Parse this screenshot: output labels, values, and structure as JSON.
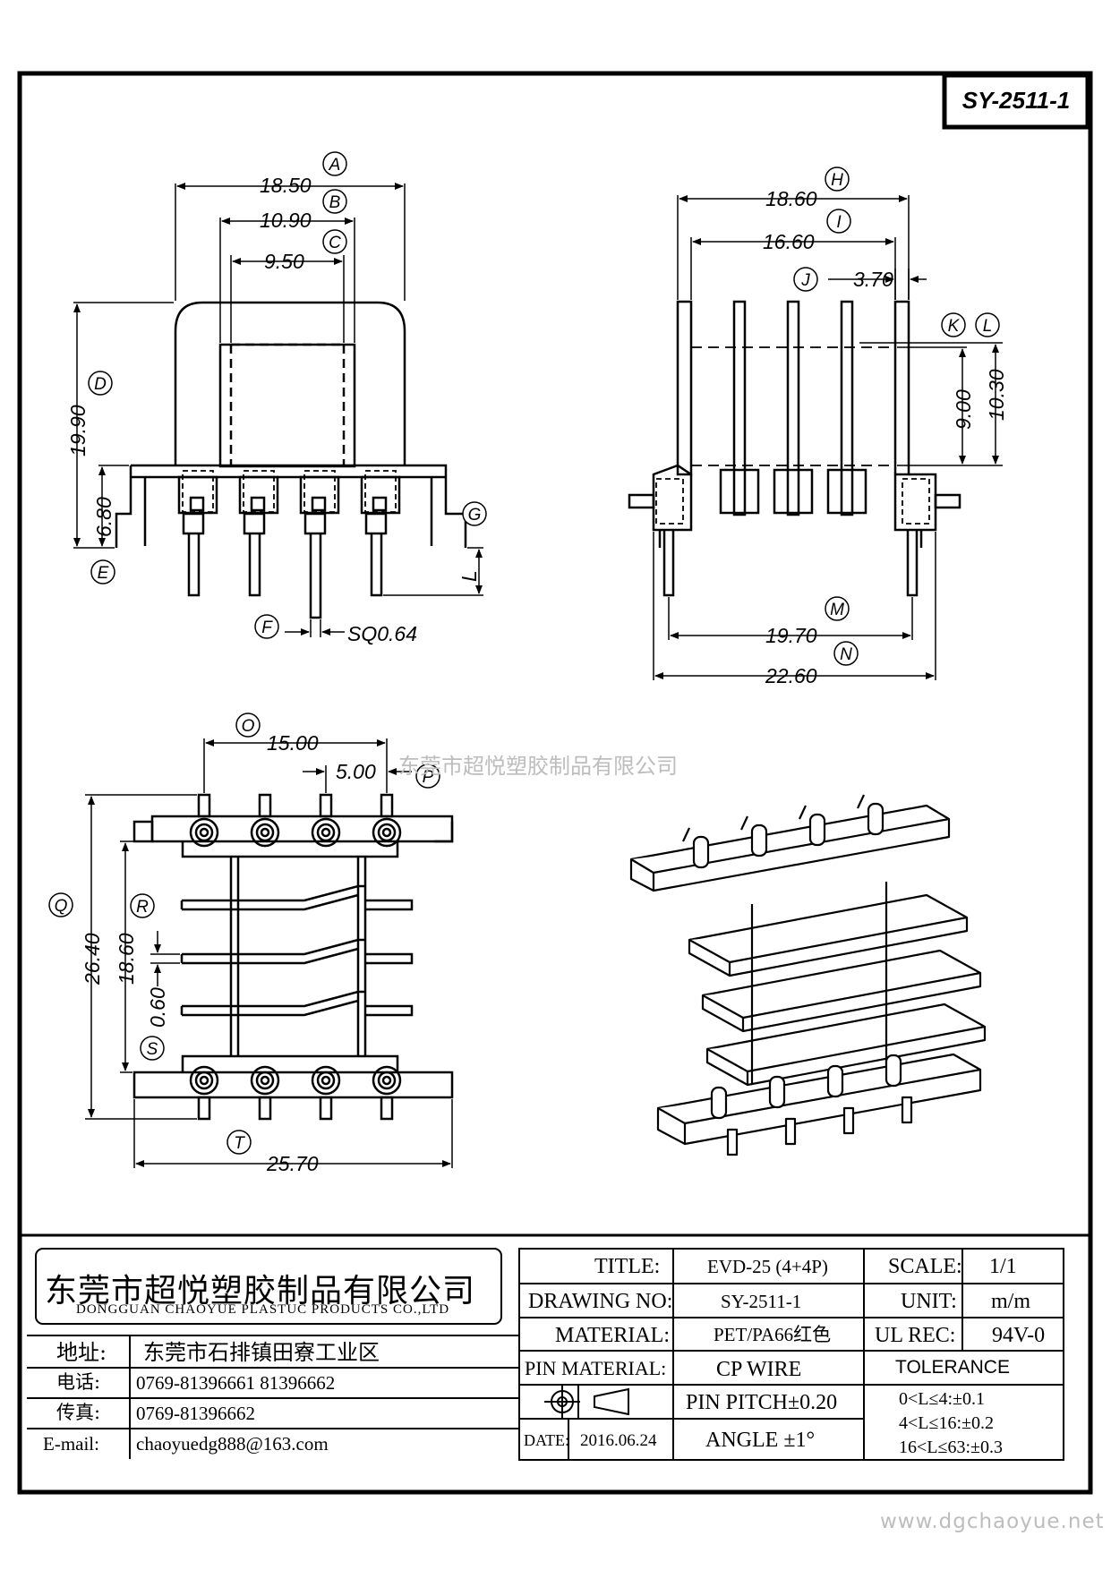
{
  "drawing_id": "SY-2511-1",
  "watermark_center": "东莞市超悦塑胶制品有限公司",
  "watermark_bottom": "www.dgchaoyue.net",
  "front_view": {
    "dims": {
      "A": "18.50",
      "B": "10.90",
      "C": "9.50",
      "D": "19.90",
      "E": "6.80",
      "pin": "SQ0.64",
      "L": "L"
    },
    "labels": {
      "A": "A",
      "B": "B",
      "C": "C",
      "D": "D",
      "E": "E",
      "F": "F",
      "G": "G"
    }
  },
  "side_view": {
    "dims": {
      "H": "18.60",
      "I": "16.60",
      "J": "3.70",
      "K": "9.00",
      "L": "10.30",
      "M": "19.70",
      "N": "22.60"
    },
    "labels": {
      "H": "H",
      "I": "I",
      "J": "J",
      "K": "K",
      "L": "L",
      "M": "M",
      "N": "N"
    }
  },
  "bottom_view": {
    "dims": {
      "O": "15.00",
      "P": "5.00",
      "Q": "26.40",
      "R": "18.60",
      "S": "0.60",
      "T": "25.70"
    },
    "labels": {
      "O": "O",
      "P": "P",
      "Q": "Q",
      "R": "R",
      "S": "S",
      "T": "T"
    }
  },
  "title_block": {
    "company_cn": "东莞市超悦塑胶制品有限公司",
    "company_en": "DONGGUAN CHAOYUE PLASTUC PRODUCTS CO.,LTD",
    "address_label": "地址:",
    "address": "东莞市石排镇田寮工业区",
    "phone_label": "电话:",
    "phone": "0769-81396661  81396662",
    "fax_label": "传真:",
    "fax": "0769-81396662",
    "email_label": "E-mail:",
    "email": "chaoyuedg888@163.com",
    "title_label": "TITLE:",
    "title_value": "EVD-25 (4+4P)",
    "drawing_no_label": "DRAWING NO:",
    "drawing_no_value": "SY-2511-1",
    "material_label": "MATERIAL:",
    "material_value": "PET/PA66红色",
    "pin_material_label": "PIN MATERIAL:",
    "pin_material_value": "CP WIRE",
    "pin_pitch": "PIN PITCH±0.20",
    "date_label": "DATE:",
    "date_value": "2016.06.24",
    "angle": "ANGLE  ±1°",
    "scale_label": "SCALE:",
    "scale_value": "1/1",
    "unit_label": "UNIT:",
    "unit_value": "m/m",
    "ul_label": "UL REC:",
    "ul_value": "94V-0",
    "tolerance_label": "TOLERANCE",
    "tolerance_rows": [
      "0<L≤4:±0.1",
      "4<L≤16:±0.2",
      "16<L≤63:±0.3"
    ]
  }
}
